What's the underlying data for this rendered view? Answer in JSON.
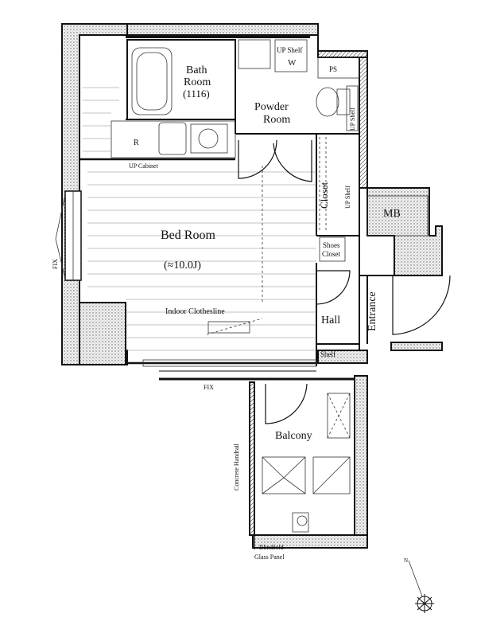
{
  "rooms": {
    "bath_room": [
      "Bath",
      "Room",
      "(1116)"
    ],
    "powder_room": [
      "Powder",
      "Room"
    ],
    "up_shelf_top": "UP Shelf",
    "w": "W",
    "ps": "PS",
    "up_shelf_side": "UP Shelf",
    "r": "R",
    "up_cabinet": "UP Cabinet",
    "closet": "Closet",
    "up_shelf_closet": "UP Shelf",
    "mb": "MB",
    "shoes_closet": [
      "Shoes",
      "Closet"
    ],
    "bed_room": "Bed Room",
    "bed_room_size": "(≈10.0J)",
    "indoor_clothesline": "Indoor Clothesline",
    "hall": "Hall",
    "entrance": "Entrance",
    "shelf": "Shelf",
    "fix_left": "FIX",
    "fix_bottom": "FIX",
    "balcony": "Balcony",
    "concrete_handrail": "Concrete Handrail",
    "blindfold_glass_panel": [
      "Blindfold",
      "Glass Panel"
    ]
  },
  "compass": {
    "north_label": "N"
  }
}
